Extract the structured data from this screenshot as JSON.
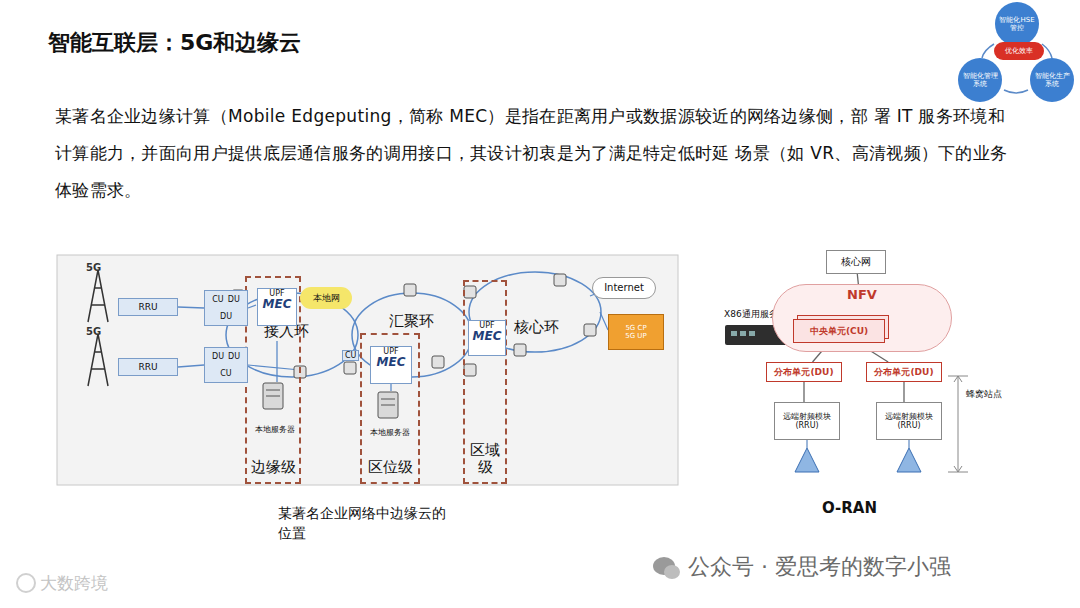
{
  "diagram": {
    "title": "智能互联层：5G和边缘云",
    "caption": "某著名企业网络中边缘云的位置",
    "nodes": [
      {
        "text": [
          "边缘级"
        ]
      },
      {
        "text": [
          "区位级"
        ]
      },
      {
        "text": [
          "区域级"
        ]
      },
      {
        "text": [
          "RRU"
        ]
      },
      {
        "text": [
          "RRU"
        ]
      },
      {
        "text": [
          "CU",
          "DU",
          "DU"
        ]
      },
      {
        "text": [
          "DU",
          "DU",
          "CU"
        ]
      },
      {
        "text": [
          "UPF",
          "MEC"
        ],
        "in": 0
      },
      {
        "text": [
          "本地服务器"
        ],
        "in": 0
      },
      {
        "text": [
          "UPF",
          "MEC"
        ],
        "in": 1
      },
      {
        "text": [
          "本地服务器"
        ],
        "in": 1
      },
      {
        "text": [
          "UPF",
          "MEC"
        ],
        "in": 2
      },
      {
        "text": [
          "本地网"
        ]
      },
      {
        "text": [
          "Internet"
        ]
      },
      {
        "text": [
          "5G CP",
          "5G UP"
        ]
      },
      {
        "text": [
          "核心网"
        ]
      },
      {
        "text": [
          "NFV"
        ]
      },
      {
        "text": [
          "中央单元(CU)"
        ],
        "in": 16
      },
      {
        "text": [
          "分布单元(DU)"
        ]
      },
      {
        "text": [
          "分布单元(DU)"
        ]
      },
      {
        "text": [
          "远端射频模块 (RRU)"
        ]
      },
      {
        "text": [
          "远端射频模块 (RRU)"
        ]
      },
      {
        "text": [
          "智能化HSE管控"
        ]
      },
      {
        "text": [
          "优化效率"
        ]
      },
      {
        "text": [
          "智能化生产系统"
        ]
      },
      {
        "text": [
          "智能化管理系统"
        ]
      }
    ],
    "edges": [
      {
        "from": 3,
        "to": 5,
        "arrow": "none"
      },
      {
        "from": 4,
        "to": 6,
        "arrow": "none"
      },
      {
        "from": 7,
        "to": 8,
        "arrow": "none"
      },
      {
        "from": 9,
        "to": 10,
        "arrow": "none"
      },
      {
        "from": 15,
        "to": 16,
        "arrow": "none"
      },
      {
        "from": 17,
        "to": 18,
        "arrow": "none"
      },
      {
        "from": 17,
        "to": 19,
        "arrow": "none"
      },
      {
        "from": 18,
        "to": 20,
        "arrow": "none"
      },
      {
        "from": 19,
        "to": 21,
        "arrow": "none"
      }
    ],
    "labels": [
      "某著名企业边缘计算（Mobile Edgeputing，简称 MEC）是指在距离用户或数据源较近的网络边缘侧，部 署 IT 服务环境和计算能力，并面向用户提供底层通信服务的调用接口，其设计初衷是为了满足特定低时延 场景（如 VR、高清视频）下的业务体验需求。",
      "5G",
      "5G",
      "接入环",
      "汇聚环",
      "核心环",
      "CU",
      "X86通用服务器",
      "蜂窝站点",
      "O-RAN",
      "公众号 · 爱思考的数字小强",
      "大数跨境"
    ]
  }
}
